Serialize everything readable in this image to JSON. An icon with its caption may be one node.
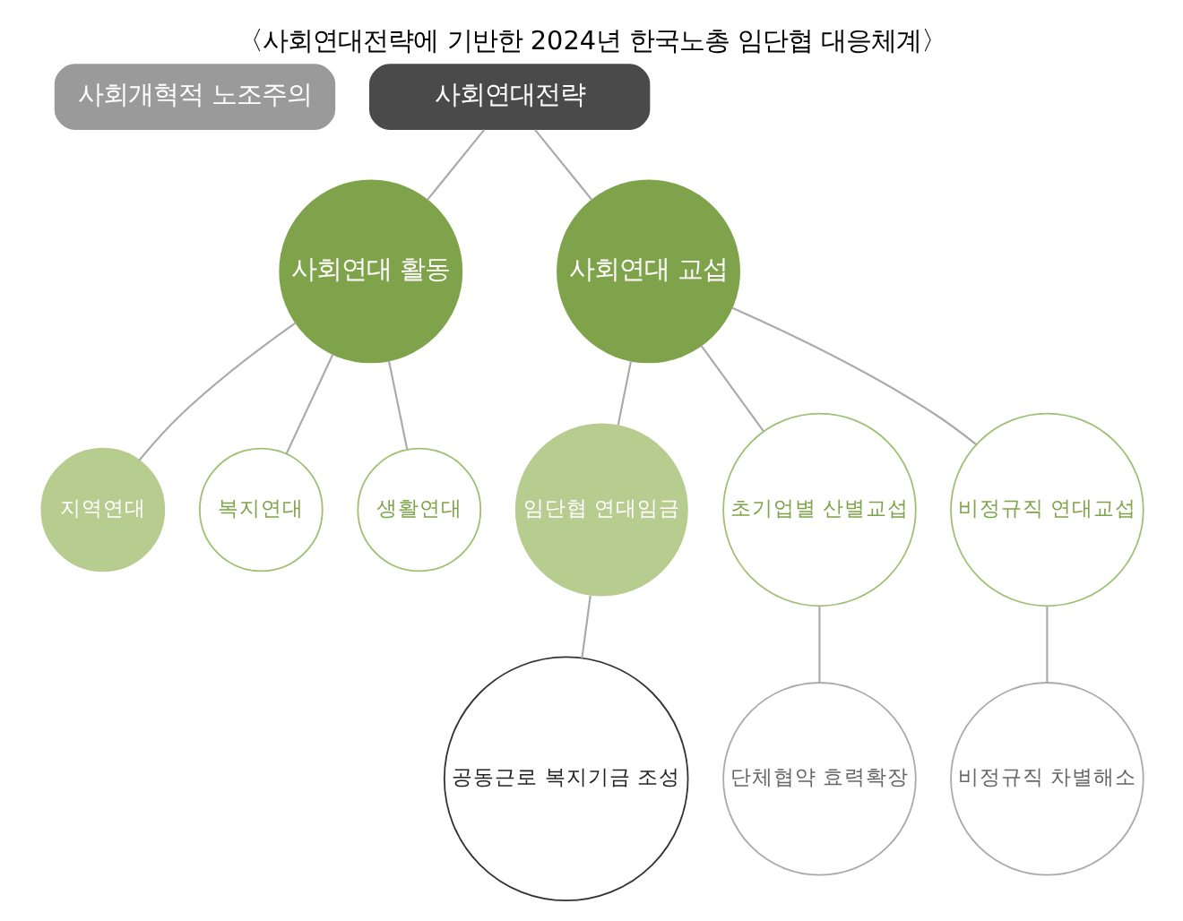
{
  "diagram": {
    "title": "〈사회연대전략에 기반한 2024년 한국노총 임단협 대응체계〉",
    "nodes": [
      {
        "text": [
          "사회개혁적 노조주의"
        ]
      },
      {
        "text": [
          "사회연대전략"
        ]
      },
      {
        "text": [
          "사회연대 활동"
        ]
      },
      {
        "text": [
          "사회연대 교섭"
        ]
      },
      {
        "text": [
          "지역연대"
        ]
      },
      {
        "text": [
          "복지연대"
        ]
      },
      {
        "text": [
          "생활연대"
        ]
      },
      {
        "text": [
          "임단협 연대임금"
        ]
      },
      {
        "text": [
          "초기업별 산별교섭"
        ]
      },
      {
        "text": [
          "비정규직 연대교섭"
        ]
      },
      {
        "text": [
          "공동근로 복지기금 조성"
        ]
      },
      {
        "text": [
          "단체협약 효력확장"
        ]
      },
      {
        "text": [
          "비정규직 차별해소"
        ]
      }
    ],
    "edges": [
      {
        "from": 1,
        "to": 2,
        "arrow": "none"
      },
      {
        "from": 1,
        "to": 3,
        "arrow": "none"
      },
      {
        "from": 2,
        "to": 4,
        "arrow": "none"
      },
      {
        "from": 2,
        "to": 5,
        "arrow": "none"
      },
      {
        "from": 2,
        "to": 6,
        "arrow": "none"
      },
      {
        "from": 3,
        "to": 7,
        "arrow": "none"
      },
      {
        "from": 3,
        "to": 8,
        "arrow": "none"
      },
      {
        "from": 3,
        "to": 9,
        "arrow": "none"
      },
      {
        "from": 7,
        "to": 10,
        "arrow": "none"
      },
      {
        "from": 8,
        "to": 11,
        "arrow": "none"
      },
      {
        "from": 9,
        "to": 12,
        "arrow": "none"
      }
    ]
  }
}
